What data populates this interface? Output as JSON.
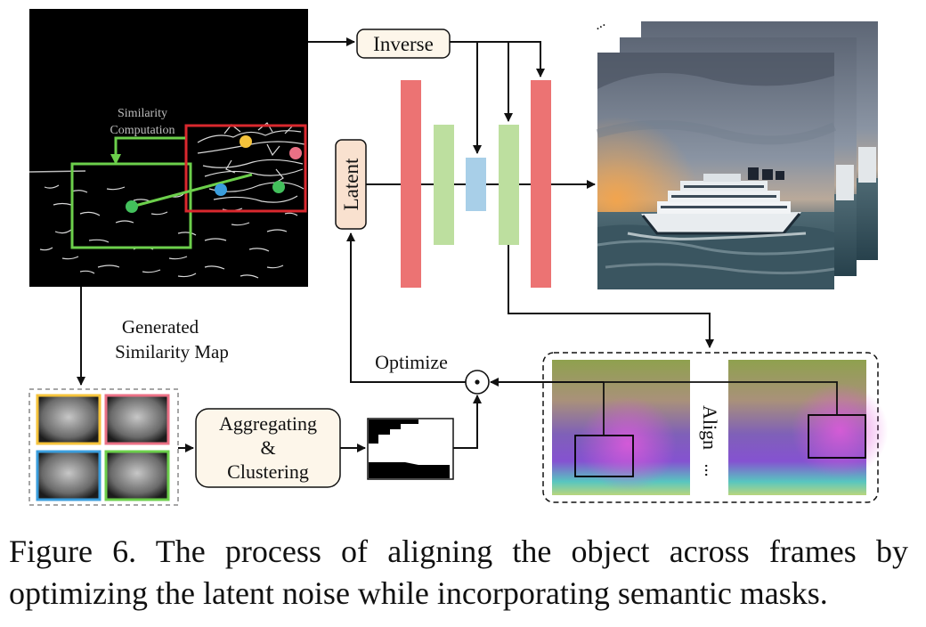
{
  "figure": {
    "labels": {
      "inverse": "Inverse",
      "latent": "Latent",
      "similarity_computation_1": "Similarity",
      "similarity_computation_2": "Computation",
      "generated_map_1": "Generated",
      "generated_map_2": "Similarity Map",
      "aggregating_1": "Aggregating",
      "aggregating_2": "&",
      "aggregating_3": "Clustering",
      "optimize": "Optimize",
      "align": "Align",
      "ellipsis": "...",
      "odot": "⊙"
    },
    "colors": {
      "unet_outer": "#ec7373",
      "unet_mid": "#bddf9f",
      "unet_bottleneck": "#a8cfe8",
      "box_fill": "#fdf6ea",
      "latent_fill": "#f9e1cf",
      "red_box": "#d9282e",
      "green_box": "#6ccf4b",
      "dot_yellow": "#f5c33b",
      "dot_pink": "#ea7085",
      "dot_blue": "#3b9edd",
      "dot_green": "#43c05c"
    },
    "caption_line1": "Figure 6.  The process of aligning the object across frames by",
    "caption_line2": "optimizing the latent noise while incorporating semantic masks."
  }
}
